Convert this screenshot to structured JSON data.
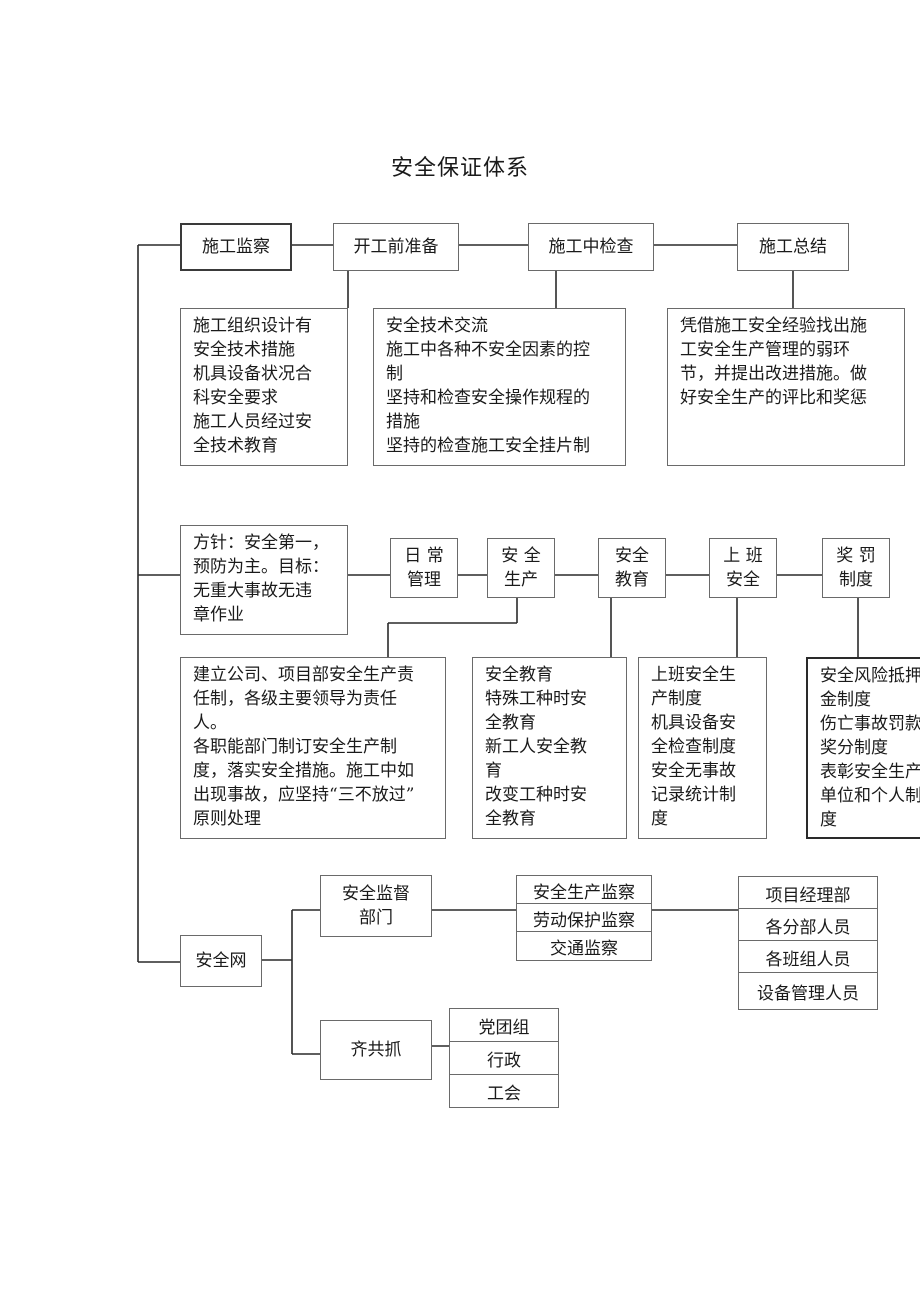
{
  "title": "安全保证体系",
  "row1": {
    "supervision": "施工监察",
    "prep": "开工前准备",
    "check": "施工中检查",
    "summary": "施工总结",
    "prep_detail": "施工组织设计有\n安全技术措施\n机具设备状况合\n科安全要求\n施工人员经过安\n全技术教育",
    "check_detail": "安全技术交流\n施工中各种不安全因素的控\n制\n坚持和检查安全操作规程的\n措施\n坚持的检查施工安全挂片制",
    "summary_detail": "凭借施工安全经验找出施\n工安全生产管理的弱环\n节，并提出改进措施。做\n好安全生产的评比和奖惩"
  },
  "row2": {
    "policy": "方针：安全第一，\n预防为主。目标：\n无重大事故无违\n章作业",
    "daily": "日 常\n管理",
    "safe_production": "安 全\n生产",
    "safety_education": "安全\n教育",
    "shift_safety": "上 班\n安全",
    "reward_punish": "奖 罚\n制度",
    "production_detail": "建立公司、项目部安全生产责\n任制，各级主要领导为责任\n人。\n各职能部门制订安全生产制\n度，落实安全措施。施工中如\n出现事故，应坚持“三不放过”\n原则处理",
    "education_detail": "安全教育\n特殊工种时安\n全教育\n新工人安全教\n育\n改变工种时安\n全教育",
    "shift_detail": "上班安全生\n产制度\n机具设备安\n全检查制度\n安全无事故\n记录统计制\n度",
    "reward_detail": "安全风险抵押\n金制度\n伤亡事故罚款\n奖分制度\n表彰安全生产\n单位和个人制\n度"
  },
  "row3": {
    "network": "安全网",
    "supervision_dept": "安全监督\n部门",
    "dept_items": [
      "安全生产监察",
      "劳动保护监察",
      "交通监察"
    ],
    "staff_items": [
      "项目经理部",
      "各分部人员",
      "各班组人员",
      "设备管理人员"
    ],
    "joint": "齐共抓",
    "joint_items": [
      "党团组",
      "行政",
      "工会"
    ]
  }
}
